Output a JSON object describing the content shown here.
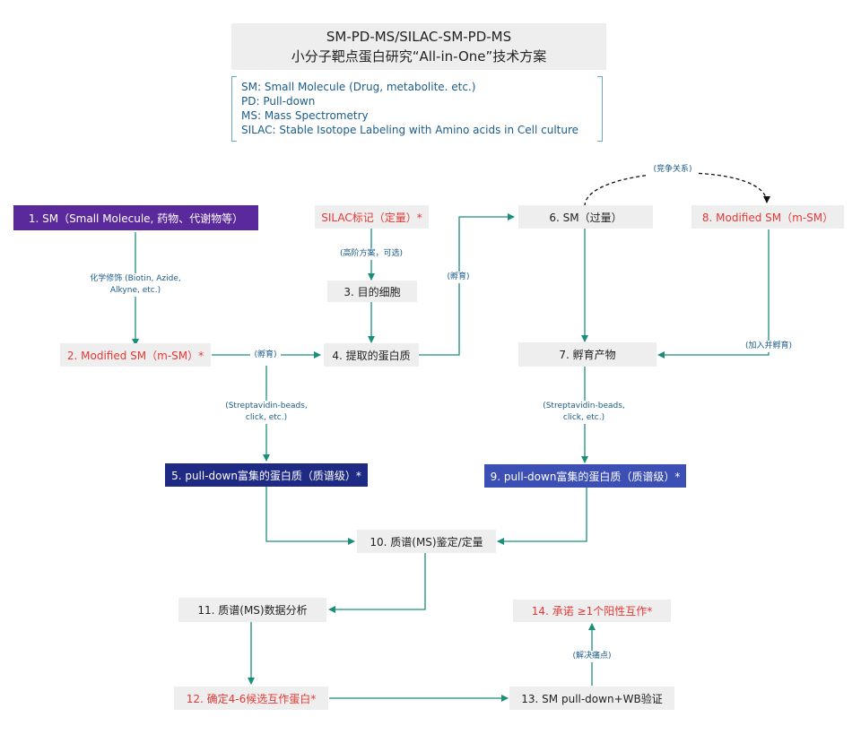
{
  "header": {
    "title_line1": "SM-PD-MS/SILAC-SM-PD-MS",
    "title_line2": "小分子靶点蛋白研究“All-in-One”技术方案"
  },
  "legend": [
    "SM: Small Molecule (Drug, metabolite. etc.)",
    "PD: Pull-down",
    "MS: Mass Spectrometry",
    "SILAC: Stable Isotope Labeling with Amino acids in Cell culture"
  ],
  "nodes": {
    "n1": "1. SM（Small Molecule, 药物、代谢物等）",
    "n2": "2. Modified SM（m-SM）*",
    "silac": "SILAC标记（定量）*",
    "n3": "3. 目的细胞",
    "n4": "4. 提取的蛋白质",
    "n5": "5. pull-down富集的蛋白质（质谱级）*",
    "n6": "6. SM（过量）",
    "n7": "7. 孵育产物",
    "n8": "8. Modified SM（m-SM）",
    "n9": "9. pull-down富集的蛋白质（质谱级）*",
    "n10": "10. 质谱(MS)鉴定/定量",
    "n11": "11. 质谱(MS)数据分析",
    "n12": "12. 确定4-6候选互作蛋白*",
    "n13": "13. SM pull-down+WB验证",
    "n14": "14. 承诺 ≥1个阳性互作*"
  },
  "edge_labels": {
    "chem_mod_1": "化学修饰 (Biotin, Azide,",
    "chem_mod_2": "Alkyne, etc.)",
    "high_order": "(高阶方案，可选)",
    "incubate_a": "(孵育)",
    "incubate_b": "(孵育)",
    "strep_a1": "(Streptavidin-beads,",
    "strep_a2": "click, etc.)",
    "strep_b1": "(Streptavidin-beads,",
    "strep_b2": "click, etc.)",
    "compete": "(竞争关系)",
    "add_incubate": "(加入并孵育)",
    "solve_pain": "(解决痛点)"
  },
  "colors": {
    "arrow": "#1a8f7a",
    "purple_box": "#5a2a9c",
    "navy_box": "#1e2a84",
    "blue_box": "#3c4fb4",
    "gray_box": "#eeeeee",
    "red_text": "#e53935",
    "label_text": "#1b5c8a"
  }
}
